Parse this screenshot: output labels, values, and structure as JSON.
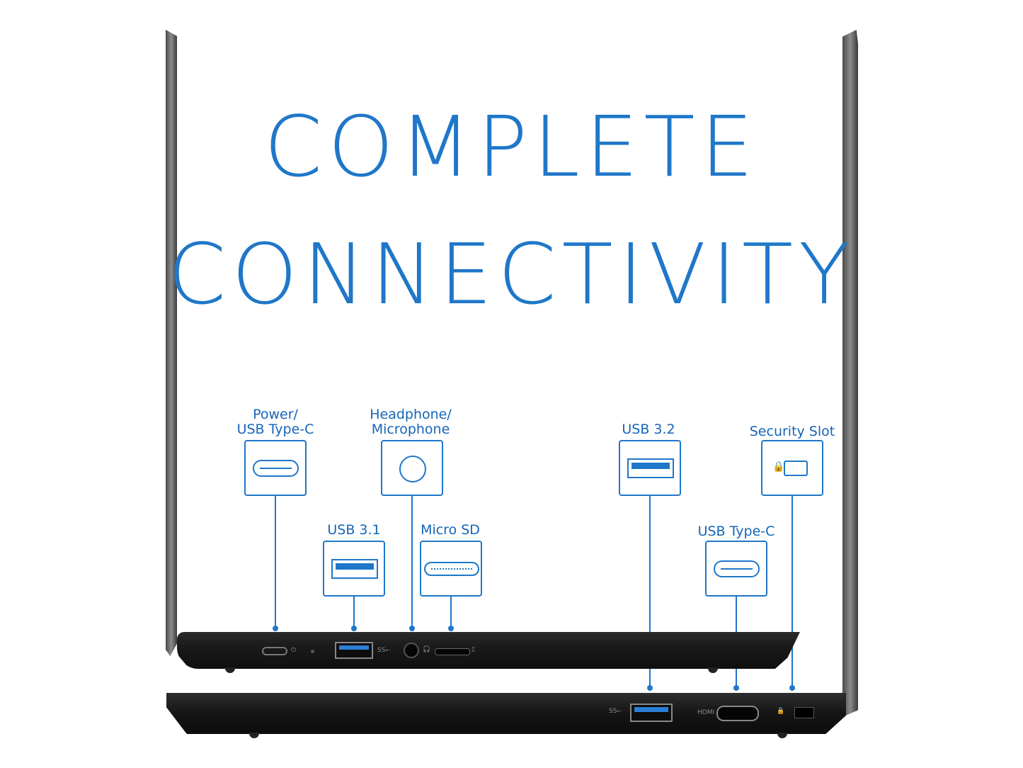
{
  "headline": {
    "line1": "COMPLETE",
    "line2": "CONNECTIVITY"
  },
  "ports": {
    "power_usbc": {
      "label_line1": "Power/",
      "label_line2": "USB Type-C",
      "icon": "usb-c-port-icon"
    },
    "headphone": {
      "label_line1": "Headphone/",
      "label_line2": "Microphone",
      "icon": "audio-jack-icon"
    },
    "usb31": {
      "label": "USB 3.1",
      "icon": "usb-a-port-icon"
    },
    "microsd": {
      "label": "Micro SD",
      "icon": "microsd-slot-icon"
    },
    "usb32": {
      "label": "USB 3.2",
      "icon": "usb-a-port-icon"
    },
    "security": {
      "label": "Security Slot",
      "icon": "lock-slot-icon"
    },
    "usbc_right": {
      "label": "USB Type-C",
      "icon": "usb-c-port-icon"
    }
  },
  "colors": {
    "accent": "#1f77c9",
    "label_text": "#1565b8",
    "laptop_body": "#1a1a1a",
    "lid_edge": "#6e6e6e"
  }
}
